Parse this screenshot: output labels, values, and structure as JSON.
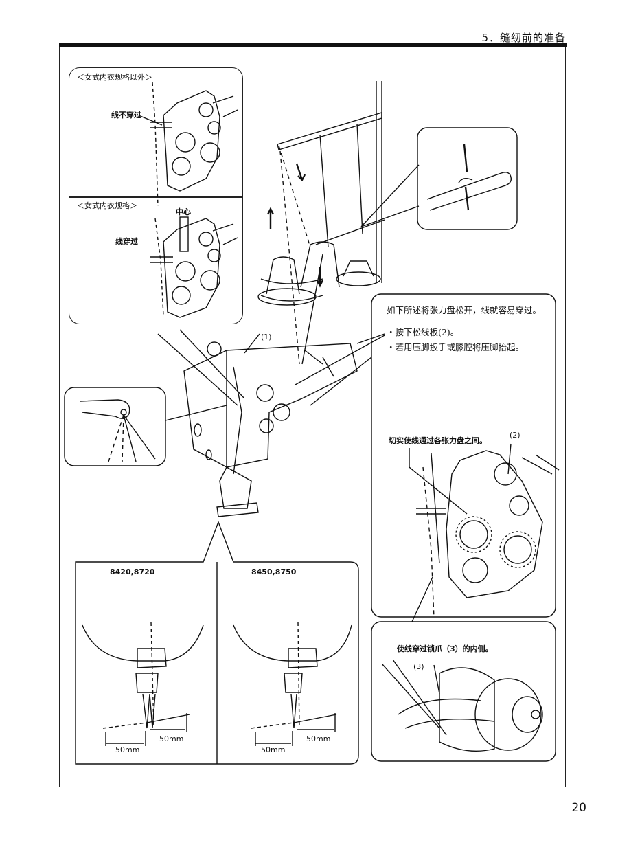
{
  "header": {
    "section_title": "5．缝纫前的准备"
  },
  "page_number": "20",
  "callouts": {
    "non_lingerie": {
      "title": "＜女式内衣规格以外＞",
      "label": "线不穿过"
    },
    "lingerie": {
      "title": "＜女式内衣规格＞",
      "center_label": "中心",
      "label": "线穿过"
    }
  },
  "main": {
    "label_1": "(1)"
  },
  "instructions": {
    "intro": "如下所述将张力盘松开，线就容易穿过。",
    "bullet_1": "・按下松线板(2)。",
    "bullet_2": "・若用压脚扳手或膝腔将压脚抬起。"
  },
  "tension_detail": {
    "note": "切实使线通过各张力盘之间。",
    "label_2": "(2)"
  },
  "hook_detail": {
    "note": "使线穿过锁爪（3）的内侧。",
    "label_3": "(3)"
  },
  "needle_panels": [
    {
      "model": "8420,8720",
      "dim_left": "50mm",
      "dim_right": "50mm"
    },
    {
      "model": "8450,8750",
      "dim_left": "50mm",
      "dim_right": "50mm"
    }
  ]
}
